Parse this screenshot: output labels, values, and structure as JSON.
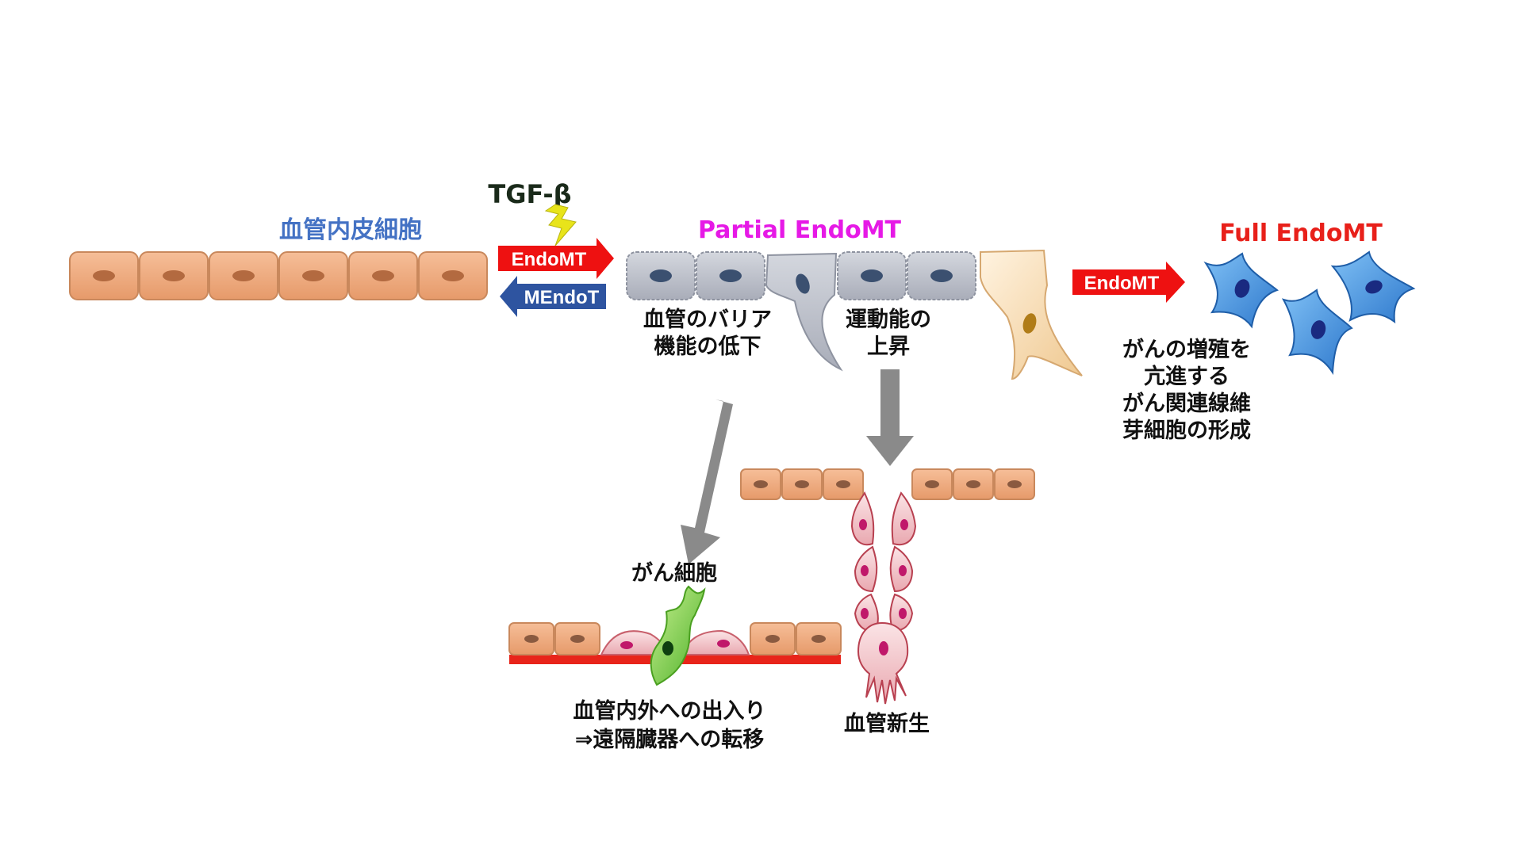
{
  "labels": {
    "endothelial_cells": "血管内皮細胞",
    "tgf": "TGF-β",
    "partial": "Partial EndoMT",
    "full": "Full EndoMT",
    "endomt_arrow": "EndoMT",
    "mendot_arrow": "MEndoT",
    "endomt_arrow2": "EndoMT",
    "barrier_line1": "血管のバリア",
    "barrier_line2": "機能の低下",
    "motility_line1": "運動能の",
    "motility_line2": "上昇",
    "full_desc_line1": "がんの増殖を",
    "full_desc_line2": "亢進する",
    "full_desc_line3": "がん関連線維",
    "full_desc_line4": "芽細胞の形成",
    "cancer_cell": "がん細胞",
    "meta_line1": "血管内外への出入り",
    "meta_line2": "⇒遠隔臓器への転移",
    "angiogenesis": "血管新生"
  },
  "colors": {
    "endothelial_label": "#4472c4",
    "partial_label": "#e619e6",
    "full_label": "#e8201a",
    "red_arrow": "#ee1111",
    "blue_arrow": "#2e54a0",
    "cell_fill": "#f0a878",
    "cell_nucleus": "#b36a40",
    "gray_cell": "#b8bcc6",
    "blue_cell": "#3b86d8",
    "green_cell": "#6cc83c",
    "pink_cell": "#f0c8cc"
  }
}
